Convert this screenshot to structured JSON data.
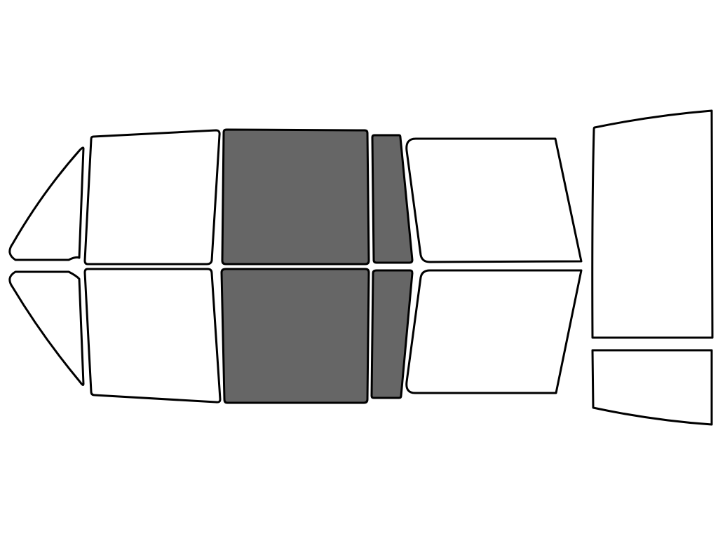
{
  "colors": {
    "background": "#ffffff",
    "outline": "#000000",
    "pane_clear": "#ffffff",
    "pane_tinted": "#666666"
  },
  "panes": [
    {
      "name": "front-vent-window-top",
      "side": "top",
      "tinted": false
    },
    {
      "name": "front-door-window-top",
      "side": "top",
      "tinted": false
    },
    {
      "name": "rear-door-window-top",
      "side": "top",
      "tinted": true
    },
    {
      "name": "rear-quarter-strip-top",
      "side": "top",
      "tinted": true
    },
    {
      "name": "rear-side-window-top",
      "side": "top",
      "tinted": false
    },
    {
      "name": "front-vent-window-bottom",
      "side": "bottom",
      "tinted": false
    },
    {
      "name": "front-door-window-bottom",
      "side": "bottom",
      "tinted": false
    },
    {
      "name": "rear-door-window-bottom",
      "side": "bottom",
      "tinted": true
    },
    {
      "name": "rear-quarter-strip-bottom",
      "side": "bottom",
      "tinted": true
    },
    {
      "name": "rear-side-window-bottom",
      "side": "bottom",
      "tinted": false
    },
    {
      "name": "rear-windshield",
      "side": "rear",
      "tinted": false
    },
    {
      "name": "tailgate-window",
      "side": "rear",
      "tinted": false
    }
  ]
}
